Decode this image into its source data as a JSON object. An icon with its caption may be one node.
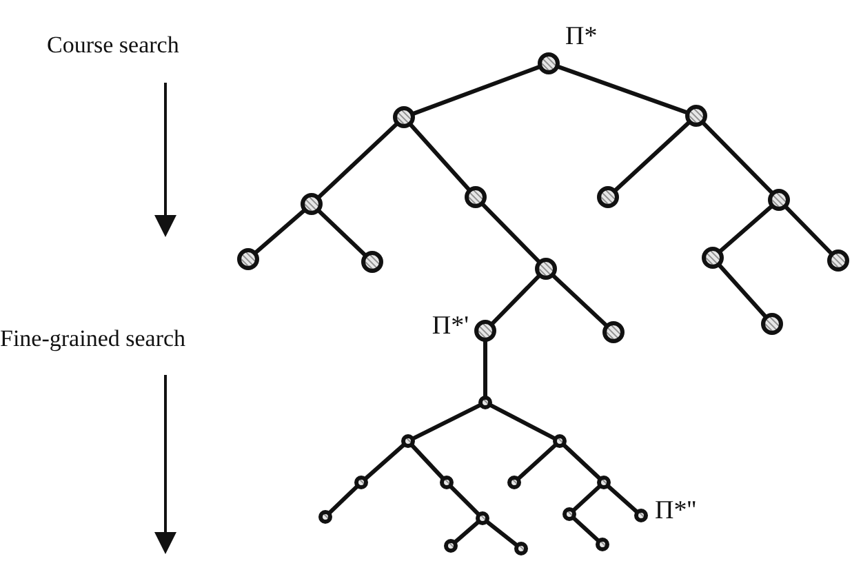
{
  "diagram": {
    "nodes": [
      {
        "text": [],
        "shape": "circle",
        "beside": [
          "Π*"
        ]
      },
      {
        "text": [],
        "shape": "circle"
      },
      {
        "text": [],
        "shape": "circle"
      },
      {
        "text": [],
        "shape": "circle"
      },
      {
        "text": [],
        "shape": "circle"
      },
      {
        "text": [],
        "shape": "circle"
      },
      {
        "text": [],
        "shape": "circle"
      },
      {
        "text": [],
        "shape": "circle"
      },
      {
        "text": [],
        "shape": "circle",
        "beside": [
          "Π*'"
        ]
      },
      {
        "text": [],
        "shape": "circle"
      },
      {
        "text": [],
        "shape": "circle"
      },
      {
        "text": [],
        "shape": "circle"
      },
      {
        "text": [],
        "shape": "circle"
      },
      {
        "text": [],
        "shape": "circle"
      },
      {
        "text": [],
        "shape": "circle"
      },
      {
        "text": [],
        "shape": "circle"
      },
      {
        "text": [],
        "shape": "circle"
      },
      {
        "text": [],
        "shape": "circle"
      },
      {
        "text": [],
        "shape": "circle"
      },
      {
        "text": [],
        "shape": "circle"
      },
      {
        "text": [],
        "shape": "circle"
      },
      {
        "text": [],
        "shape": "circle"
      },
      {
        "text": [],
        "shape": "circle"
      },
      {
        "text": [],
        "shape": "circle"
      },
      {
        "text": [],
        "shape": "circle"
      },
      {
        "text": [],
        "shape": "circle"
      },
      {
        "text": [],
        "shape": "circle"
      },
      {
        "text": [],
        "shape": "circle",
        "beside": [
          "Π*''"
        ]
      },
      {
        "text": [],
        "shape": "circle"
      }
    ],
    "edges": [
      {
        "from": 0,
        "to": 1,
        "arrow": "none"
      },
      {
        "from": 0,
        "to": 2,
        "arrow": "none"
      },
      {
        "from": 1,
        "to": 3,
        "arrow": "none"
      },
      {
        "from": 1,
        "to": 4,
        "arrow": "none"
      },
      {
        "from": 3,
        "to": 5,
        "arrow": "none"
      },
      {
        "from": 3,
        "to": 6,
        "arrow": "none"
      },
      {
        "from": 4,
        "to": 7,
        "arrow": "none"
      },
      {
        "from": 7,
        "to": 8,
        "arrow": "none"
      },
      {
        "from": 7,
        "to": 9,
        "arrow": "none"
      },
      {
        "from": 2,
        "to": 10,
        "arrow": "none"
      },
      {
        "from": 2,
        "to": 11,
        "arrow": "none"
      },
      {
        "from": 11,
        "to": 12,
        "arrow": "none"
      },
      {
        "from": 11,
        "to": 13,
        "arrow": "none"
      },
      {
        "from": 12,
        "to": 14,
        "arrow": "none"
      },
      {
        "from": 8,
        "to": 15,
        "arrow": "none"
      },
      {
        "from": 15,
        "to": 16,
        "arrow": "none"
      },
      {
        "from": 15,
        "to": 17,
        "arrow": "none"
      },
      {
        "from": 16,
        "to": 18,
        "arrow": "none"
      },
      {
        "from": 16,
        "to": 19,
        "arrow": "none"
      },
      {
        "from": 18,
        "to": 20,
        "arrow": "none"
      },
      {
        "from": 19,
        "to": 21,
        "arrow": "none"
      },
      {
        "from": 21,
        "to": 22,
        "arrow": "none"
      },
      {
        "from": 21,
        "to": 23,
        "arrow": "none"
      },
      {
        "from": 17,
        "to": 24,
        "arrow": "none"
      },
      {
        "from": 17,
        "to": 25,
        "arrow": "none"
      },
      {
        "from": 25,
        "to": 26,
        "arrow": "none"
      },
      {
        "from": 25,
        "to": 27,
        "arrow": "none"
      },
      {
        "from": 26,
        "to": 28,
        "arrow": "none"
      }
    ],
    "labels": [
      "Course search",
      "Fine-grained search"
    ]
  }
}
